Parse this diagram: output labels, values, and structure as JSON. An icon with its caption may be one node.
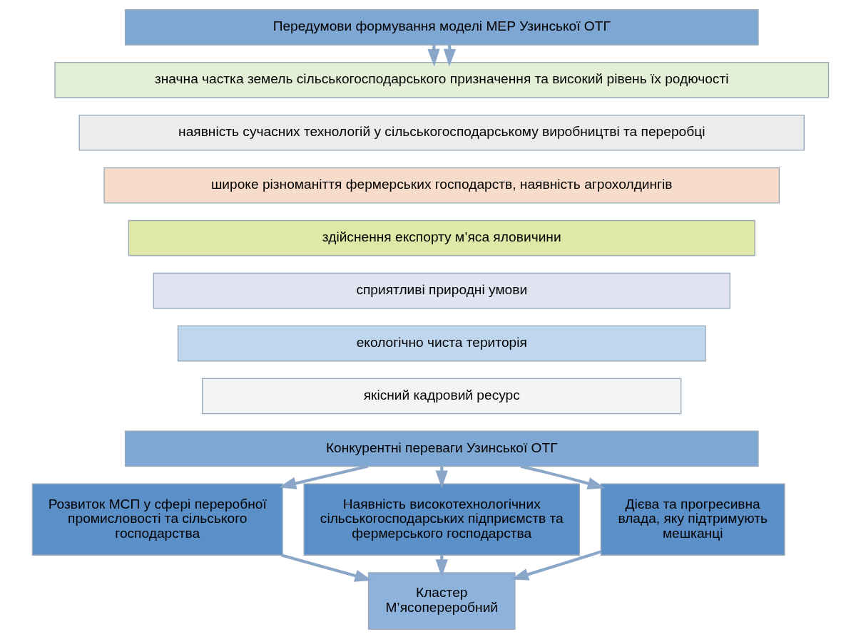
{
  "diagram": {
    "nodes": [
      {
        "text": [
          "Передумови формування моделі МЕР Узинської ОТГ"
        ]
      },
      {
        "text": [
          "значна частка земель сільськогосподарського призначення та високий рівень їх родючості"
        ]
      },
      {
        "text": [
          "наявність сучасних технологій у сільськогосподарському виробництві та переробці"
        ]
      },
      {
        "text": [
          "широке різноманіття фермерських господарств, наявність агрохолдингів"
        ]
      },
      {
        "text": [
          "здійснення експорту м’яса яловичини"
        ]
      },
      {
        "text": [
          "сприятливі природні умови"
        ]
      },
      {
        "text": [
          "екологічно чиста територія"
        ]
      },
      {
        "text": [
          "якісний кадровий ресурс"
        ]
      },
      {
        "text": [
          "Конкурентні переваги Узинської ОТГ"
        ]
      },
      {
        "text": [
          "Розвиток МСП у сфері переробної промисловості та сільського господарства"
        ]
      },
      {
        "text": [
          "Наявність високотехнологічних сільськогосподарських підприємств та фермерського господарства"
        ]
      },
      {
        "text": [
          "Дієва та прогресивна влада, яку підтримують мешканці"
        ]
      },
      {
        "text": [
          "Кластер М’ясопереробний"
        ]
      }
    ],
    "edges": [
      {
        "from": 0,
        "to": 1,
        "arrow": "to"
      },
      {
        "from": 0,
        "to": 1,
        "arrow": "to"
      },
      {
        "from": 8,
        "to": 9,
        "arrow": "to"
      },
      {
        "from": 8,
        "to": 10,
        "arrow": "to"
      },
      {
        "from": 8,
        "to": 11,
        "arrow": "to"
      },
      {
        "from": 9,
        "to": 12,
        "arrow": "to"
      },
      {
        "from": 10,
        "to": 12,
        "arrow": "to"
      },
      {
        "from": 11,
        "to": 12,
        "arrow": "to"
      }
    ]
  }
}
